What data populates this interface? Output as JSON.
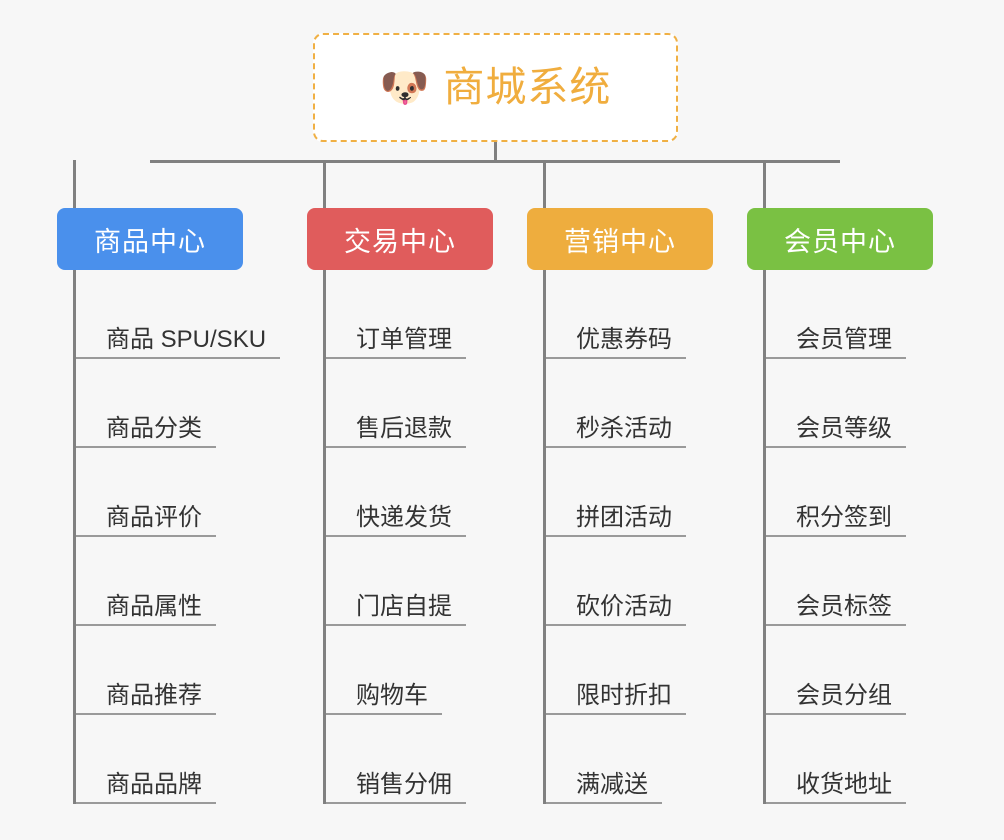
{
  "page": {
    "background_color": "#f7f7f7",
    "connector_color": "#808080"
  },
  "root": {
    "icon": "dog-face-emoji",
    "emoji": "🐶",
    "title": "商城系统",
    "text_color": "#f0ad3e",
    "border_color": "#f0b044",
    "background_color": "#ffffff"
  },
  "branches": [
    {
      "label": "商品中心",
      "color": "#4a90ec",
      "items": [
        "商品 SPU/SKU",
        "商品分类",
        "商品评价",
        "商品属性",
        "商品推荐",
        "商品品牌"
      ]
    },
    {
      "label": "交易中心",
      "color": "#e05c5c",
      "items": [
        "订单管理",
        "售后退款",
        "快递发货",
        "门店自提",
        "购物车",
        "销售分佣"
      ]
    },
    {
      "label": "营销中心",
      "color": "#eead3e",
      "items": [
        "优惠券码",
        "秒杀活动",
        "拼团活动",
        "砍价活动",
        "限时折扣",
        "满减送"
      ]
    },
    {
      "label": "会员中心",
      "color": "#7ac143",
      "items": [
        "会员管理",
        "会员等级",
        "积分签到",
        "会员标签",
        "会员分组",
        "收货地址"
      ]
    }
  ]
}
